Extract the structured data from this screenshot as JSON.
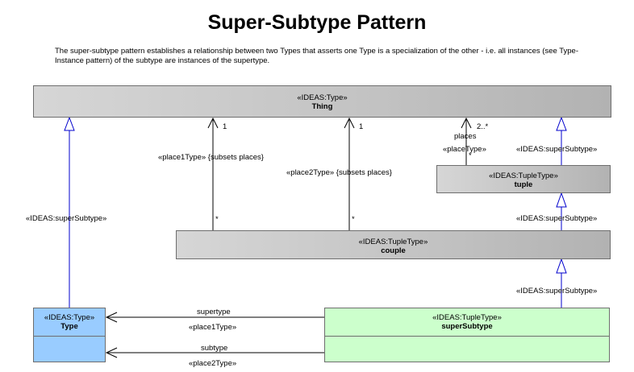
{
  "title": "Super-Subtype Pattern",
  "description": "The super-subtype pattern establishes a relationship between two Types that asserts one Type is a specialization of the other - i.e. all instances (see Type-Instance pattern) of the subtype are instances of the supertype.",
  "classes": {
    "thing": {
      "stereotype": "«IDEAS:Type»",
      "name": "Thing"
    },
    "tuple": {
      "stereotype": "«IDEAS:TupleType»",
      "name": "tuple"
    },
    "couple": {
      "stereotype": "«IDEAS:TupleType»",
      "name": "couple"
    },
    "type": {
      "stereotype": "«IDEAS:Type»",
      "name": "Type"
    },
    "super_subtype": {
      "stereotype": "«IDEAS:TupleType»",
      "name": "superSubtype"
    }
  },
  "edges": {
    "type_to_thing": {
      "label": "«IDEAS:superSubtype»"
    },
    "tuple_to_thing": {
      "label": "«IDEAS:superSubtype»"
    },
    "couple_to_tuple": {
      "label": "«IDEAS:superSubtype»"
    },
    "supersub_to_couple": {
      "label": "«IDEAS:superSubtype»"
    },
    "place1": {
      "role": "«place1Type» {subsets places}",
      "mult_target": "1",
      "mult_source": "*"
    },
    "place2": {
      "role": "«place2Type» {subsets places}",
      "mult_target": "1",
      "mult_source": "*"
    },
    "places": {
      "role": "places",
      "stereotype": "«placeType»",
      "mult_target": "2..*",
      "mult_source": "*"
    },
    "supertype": {
      "role": "supertype",
      "stereotype": "«place1Type»"
    },
    "subtype": {
      "role": "subtype",
      "stereotype": "«place2Type»"
    }
  }
}
